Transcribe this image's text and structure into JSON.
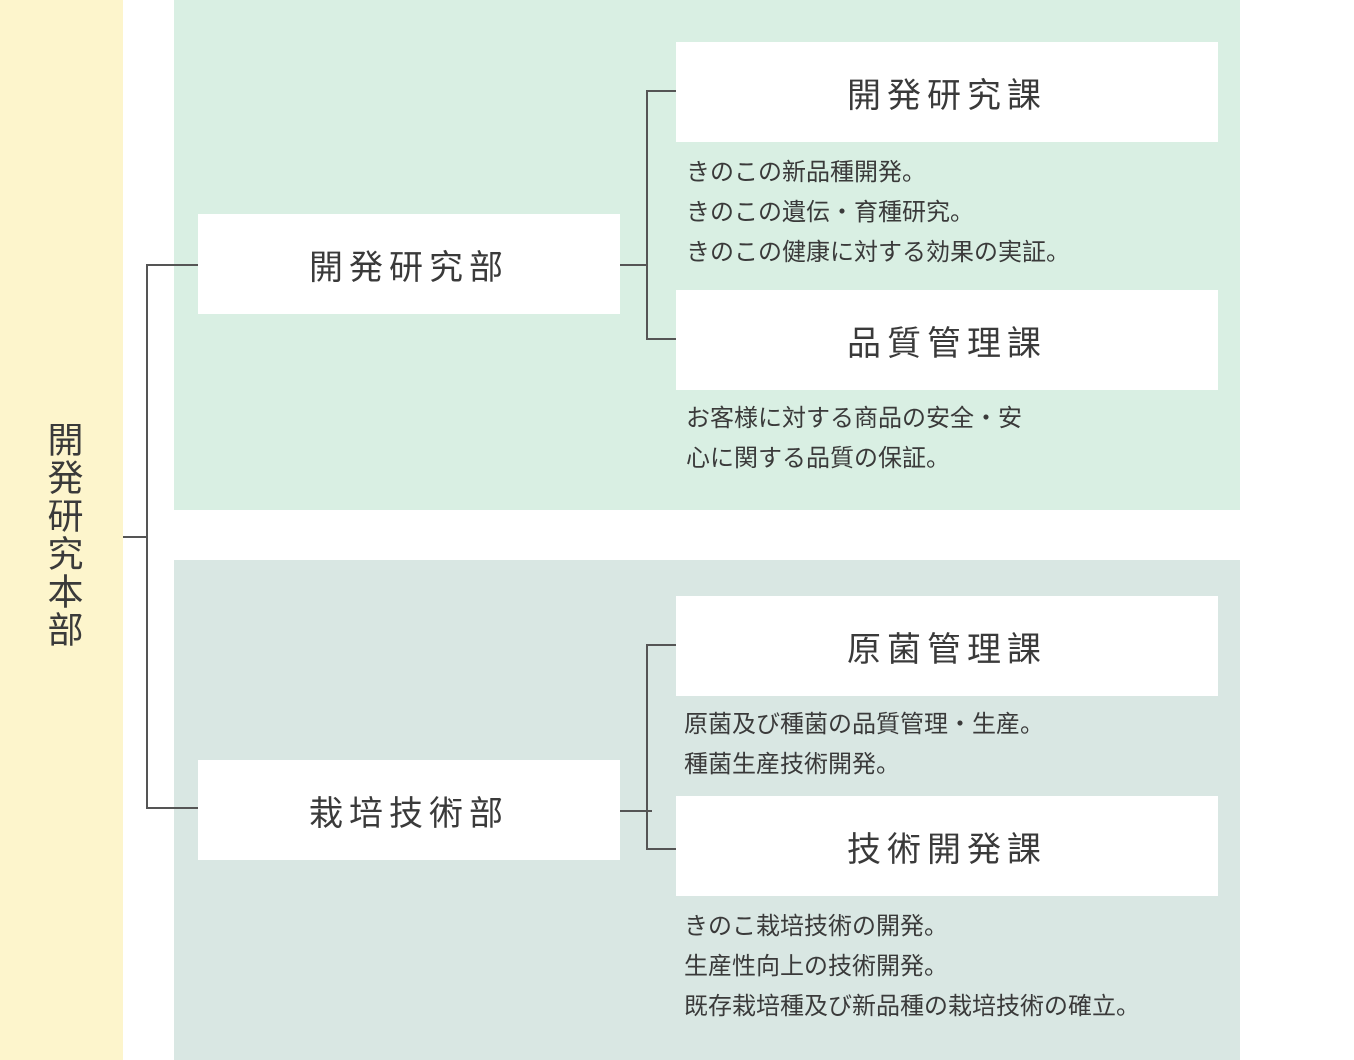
{
  "headquarters": {
    "label": "開発研究本部"
  },
  "departments": [
    {
      "label": "開発研究部",
      "sections": [
        {
          "label": "開発研究課",
          "description": [
            "きのこの新品種開発。",
            "きのこの遺伝・育種研究。",
            "きのこの健康に対する効果の実証。"
          ]
        },
        {
          "label": "品質管理課",
          "description": [
            "お客様に対する商品の安全・安",
            "心に関する品質の保証。"
          ]
        }
      ]
    },
    {
      "label": "栽培技術部",
      "sections": [
        {
          "label": "原菌管理課",
          "description": [
            "原菌及び種菌の品質管理・生産。",
            "種菌生産技術開発。"
          ]
        },
        {
          "label": "技術開発課",
          "description": [
            "きのこ栽培技術の開発。",
            "生産性向上の技術開発。",
            "既存栽培種及び新品種の栽培技術の確立。"
          ]
        }
      ]
    }
  ],
  "colors": {
    "hq_bg": "#fdf5cc",
    "dept1_bg": "#d9efe3",
    "dept2_bg": "#d9e7e3",
    "line": "#555555"
  }
}
